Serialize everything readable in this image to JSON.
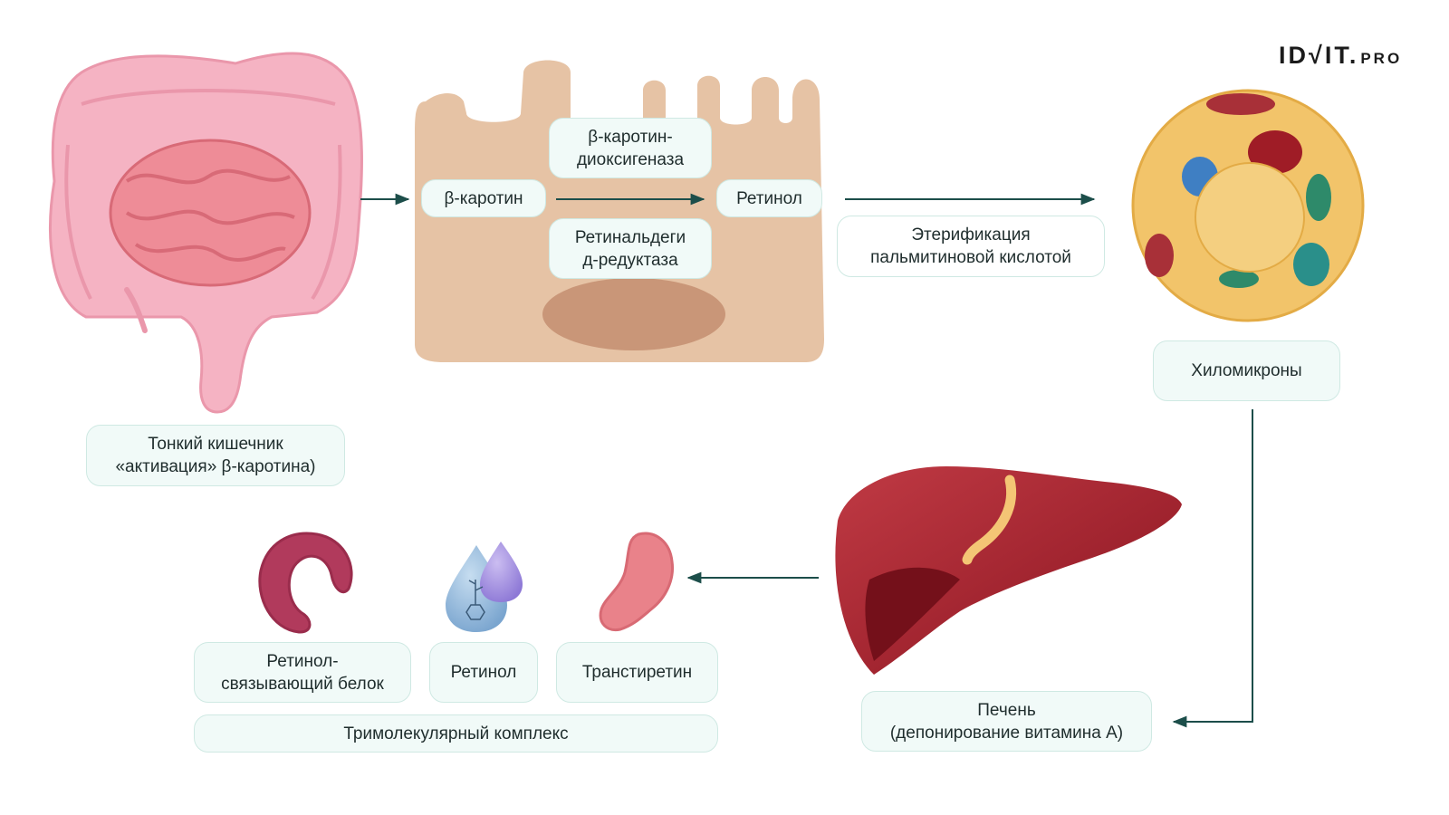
{
  "logo": {
    "main": "ID√IT.",
    "suffix": "PRO"
  },
  "nodes": {
    "small_intestine": "Тонкий кишечник\n«активация» β-каротина)",
    "beta_carotene": "β-каротин",
    "dioxygenase": "β-каротин-\nдиоксигеназа",
    "reductase": "Ретинальдеги\nд-редуктаза",
    "retinol_cell": "Ретинол",
    "esterification": "Этерификация\nпальмитиновой кислотой",
    "chylomicrons": "Хиломикроны",
    "liver": "Печень\n(депонирование витамина А)",
    "rbp": "Ретинол-\nсвязывающий белок",
    "retinol": "Ретинол",
    "transthyretin": "Транстиретин",
    "complex": "Тримолекулярный комплекс"
  },
  "icons": {
    "intestine": "intestine-illustration",
    "enterocyte": "enterocyte-cell-illustration",
    "chylomicron": "chylomicron-illustration",
    "liver": "liver-illustration",
    "rbp": "retinol-binding-protein-illustration",
    "retinol": "retinol-drop-illustration",
    "transthyretin": "transthyretin-illustration"
  },
  "colors": {
    "box_fill": "#f1faf8",
    "box_border": "#cfe9e3",
    "arrow": "#1c4e4a",
    "intestine_large": "#f4aebf",
    "intestine_small": "#ec8590",
    "cell": "#e6c3a5",
    "nucleus": "#c99678",
    "chylomicron": "#f2c46a",
    "liver": "#9f1c26",
    "rbp": "#b13a5c",
    "transthyretin": "#e9828a"
  }
}
